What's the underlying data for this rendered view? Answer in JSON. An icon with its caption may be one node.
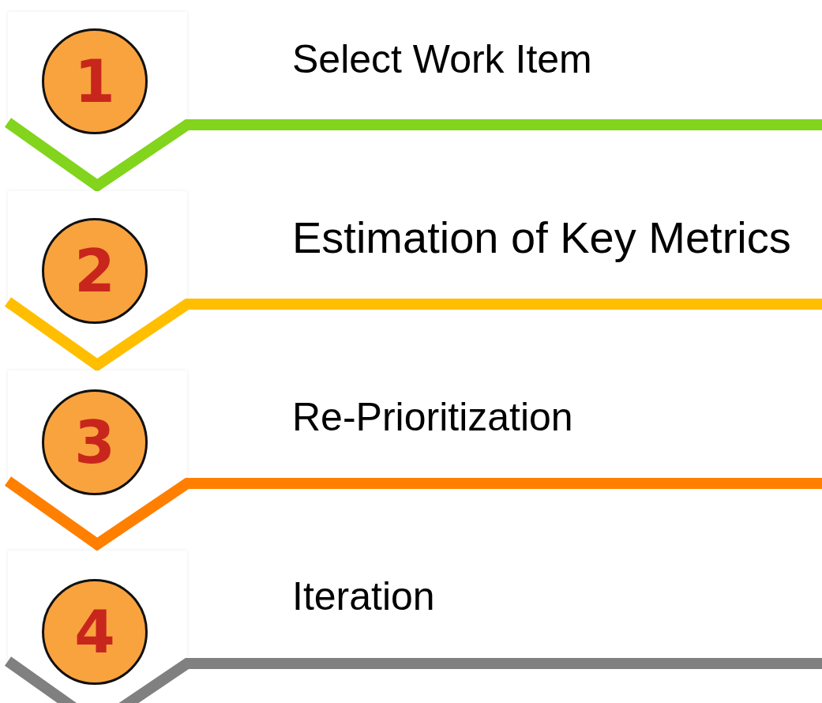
{
  "diagram": {
    "nodes": [
      {
        "text": [
          "1"
        ],
        "beside": [
          "Select Work Item"
        ]
      },
      {
        "text": [
          "2"
        ],
        "beside": [
          "Estimation of Key Metrics"
        ]
      },
      {
        "text": [
          "3"
        ],
        "beside": [
          "Re-Prioritization"
        ]
      },
      {
        "text": [
          "4"
        ],
        "beside": [
          "Iteration"
        ]
      }
    ]
  }
}
